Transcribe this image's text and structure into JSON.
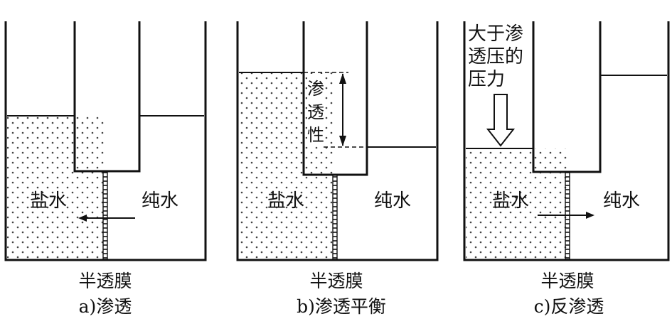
{
  "panels": [
    {
      "id": "a",
      "salt_label": "盐水",
      "pure_label": "纯水",
      "membrane_label": "半透膜",
      "caption": "a)渗透"
    },
    {
      "id": "b",
      "salt_label": "盐水",
      "pure_label": "纯水",
      "membrane_label": "半透膜",
      "caption": "b)渗透平衡",
      "pressure_label_lines": [
        "渗",
        "透",
        "性"
      ]
    },
    {
      "id": "c",
      "salt_label": "盐水",
      "pure_label": "纯水",
      "membrane_label": "半透膜",
      "caption": "c)反渗透",
      "force_label_lines": [
        "大于渗",
        "透压的",
        "压力"
      ]
    }
  ],
  "colors": {
    "line": "#111111",
    "dots": "#444444",
    "background": "#ffffff"
  }
}
